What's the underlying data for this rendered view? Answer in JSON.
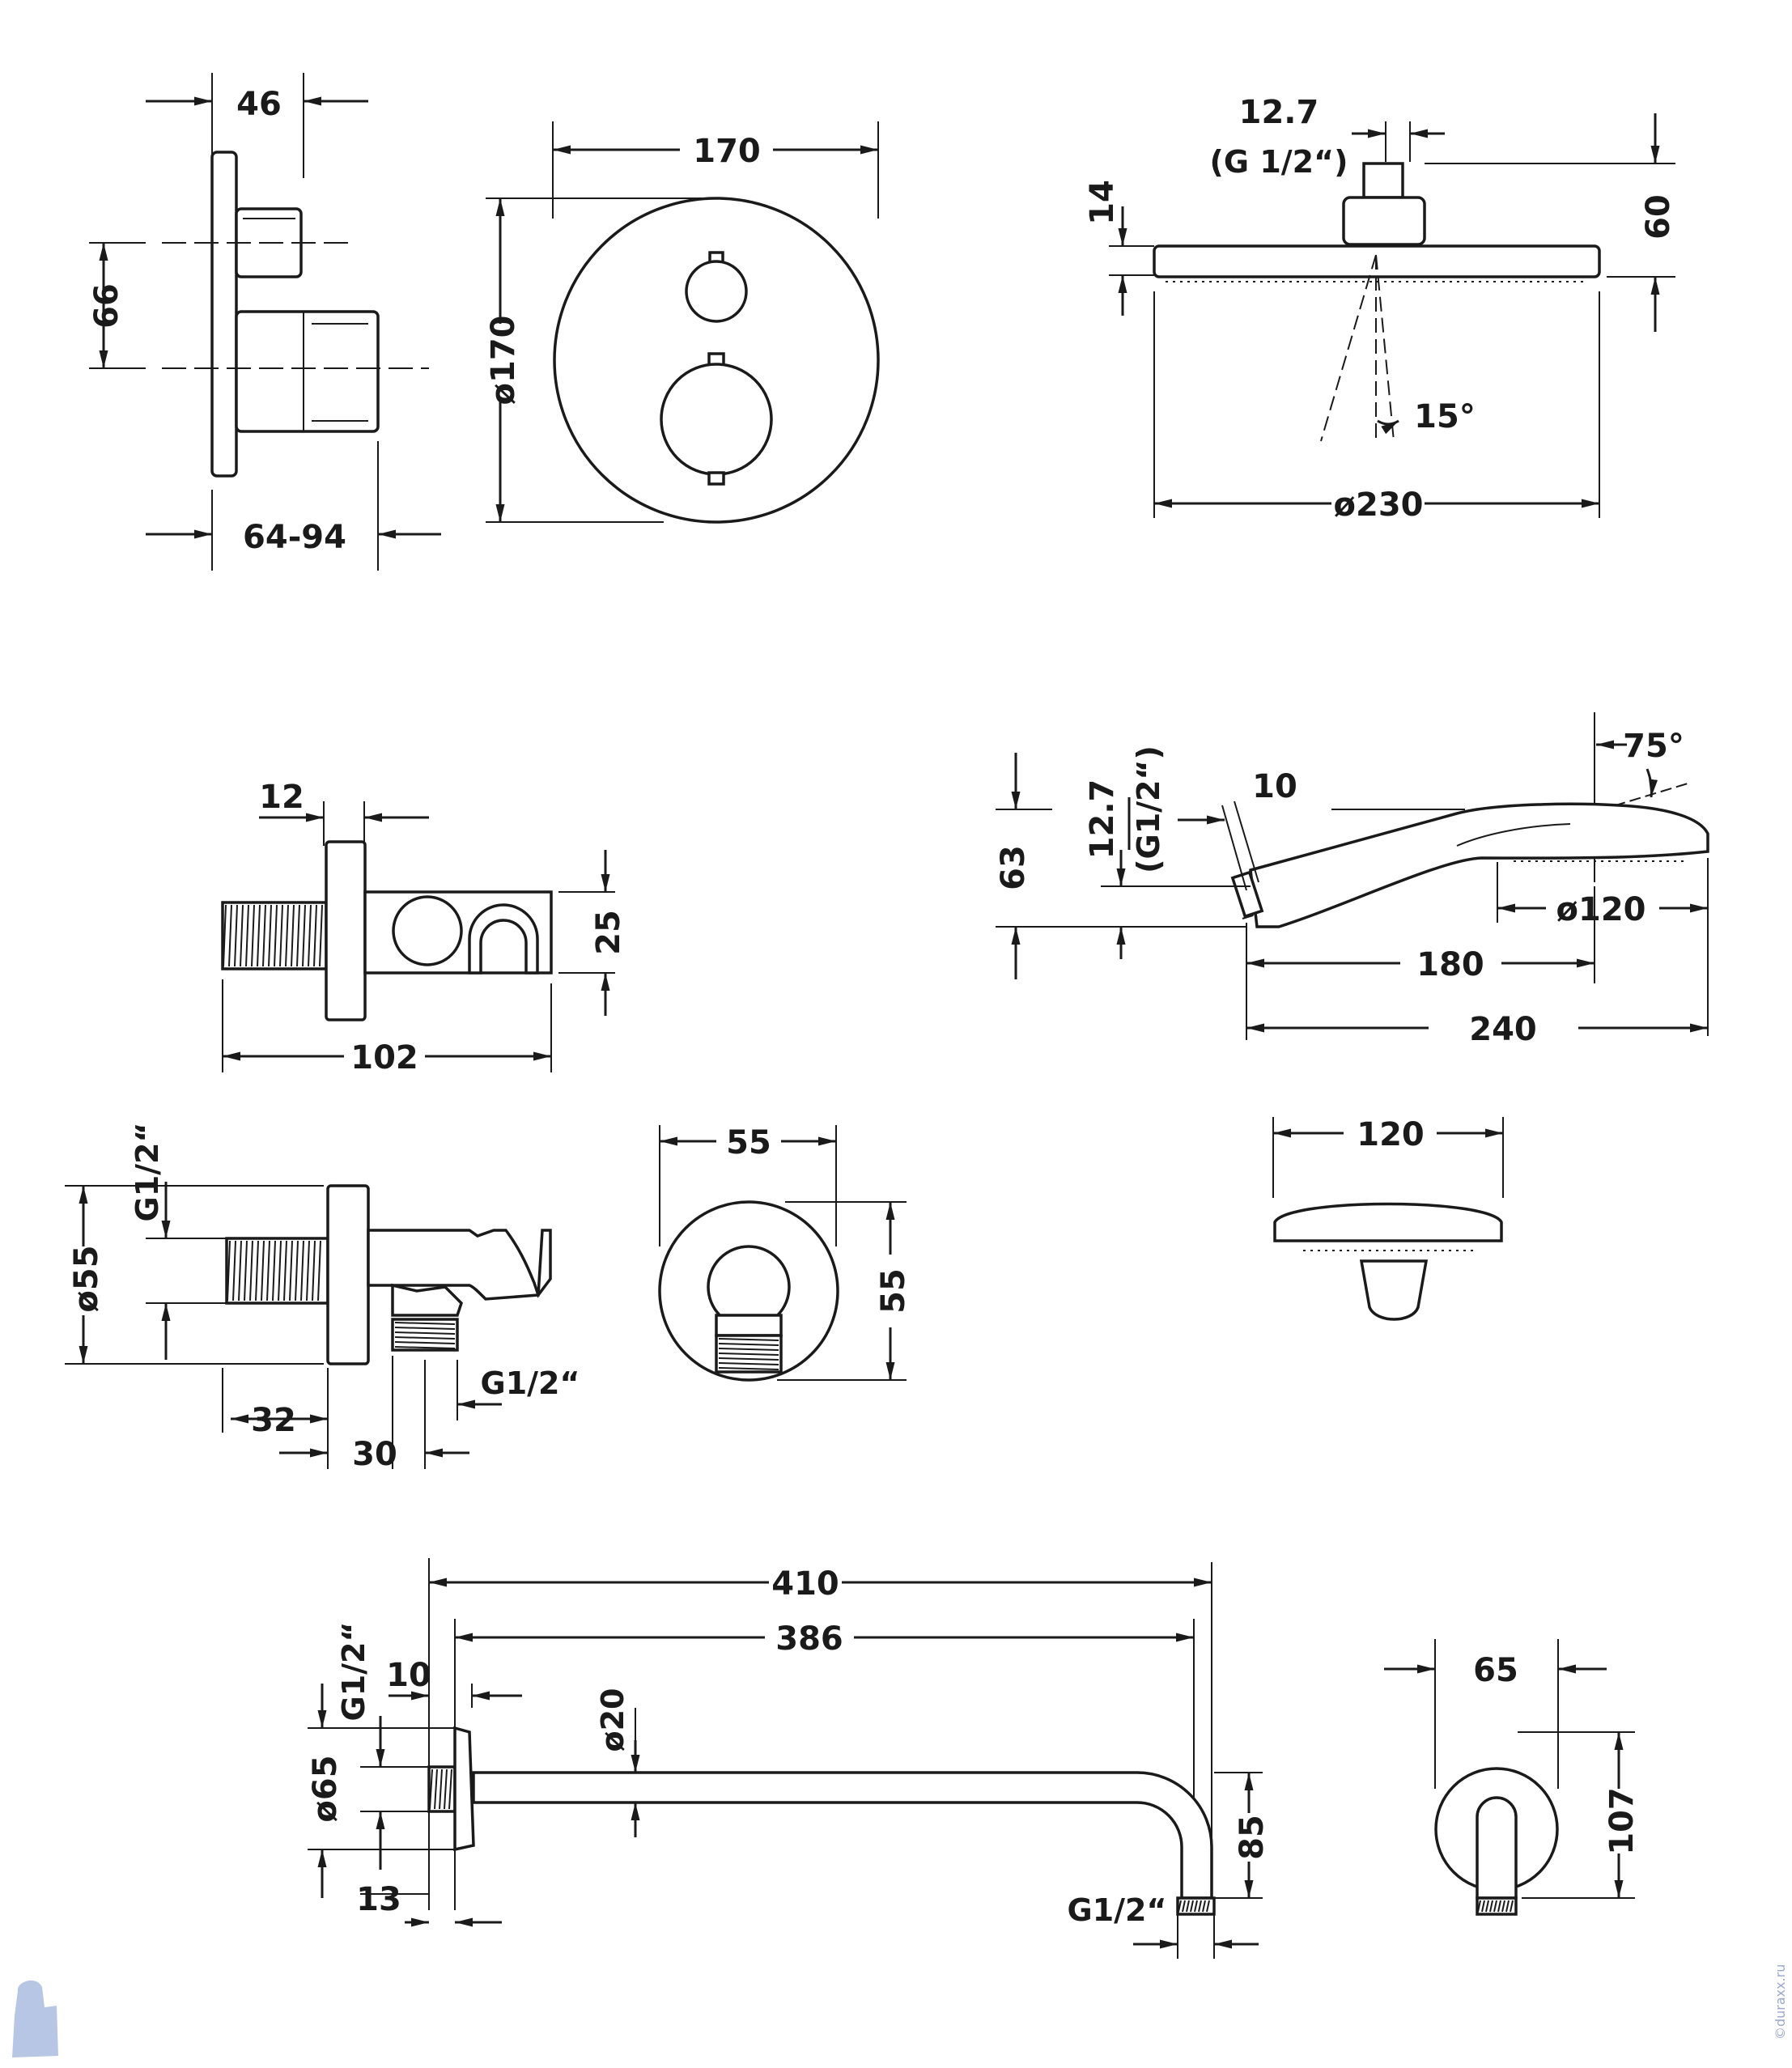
{
  "thermostat_side": {
    "width": "46",
    "height": "66",
    "depth": "64-94"
  },
  "thermostat_front": {
    "width": "170",
    "diameter": "ø170"
  },
  "overhead_shower": {
    "connection": "12.7",
    "thread": "(G 1/2“)",
    "plate_height": "14",
    "total_height": "60",
    "spray_angle": "15°",
    "diameter": "ø230"
  },
  "holder": {
    "width": "12",
    "height": "25",
    "length": "102"
  },
  "hand_shower_side": {
    "angle": "75°",
    "connection": "12.7",
    "thread": "(G1/2“)",
    "offset": "10",
    "height": "63",
    "head_diameter": "ø120",
    "handle_length": "180",
    "total_length": "240"
  },
  "hand_shower_front": {
    "width": "120"
  },
  "outlet_side": {
    "thread_top": "G1/2“",
    "diameter": "ø55",
    "thread_bottom": "G1/2“",
    "depth": "32",
    "outlet_offset": "30"
  },
  "outlet_front": {
    "width": "55",
    "height": "55"
  },
  "shower_arm": {
    "total_length": "410",
    "arm_length": "386",
    "flange": "10",
    "thread": "G1/2“",
    "tube_diameter": "ø20",
    "rosette_diameter": "ø65",
    "rosette_depth": "13",
    "drop": "85",
    "end_thread": "G1/2“"
  },
  "arm_front": {
    "width": "65",
    "height": "107"
  },
  "watermark": "©duraxx.ru"
}
